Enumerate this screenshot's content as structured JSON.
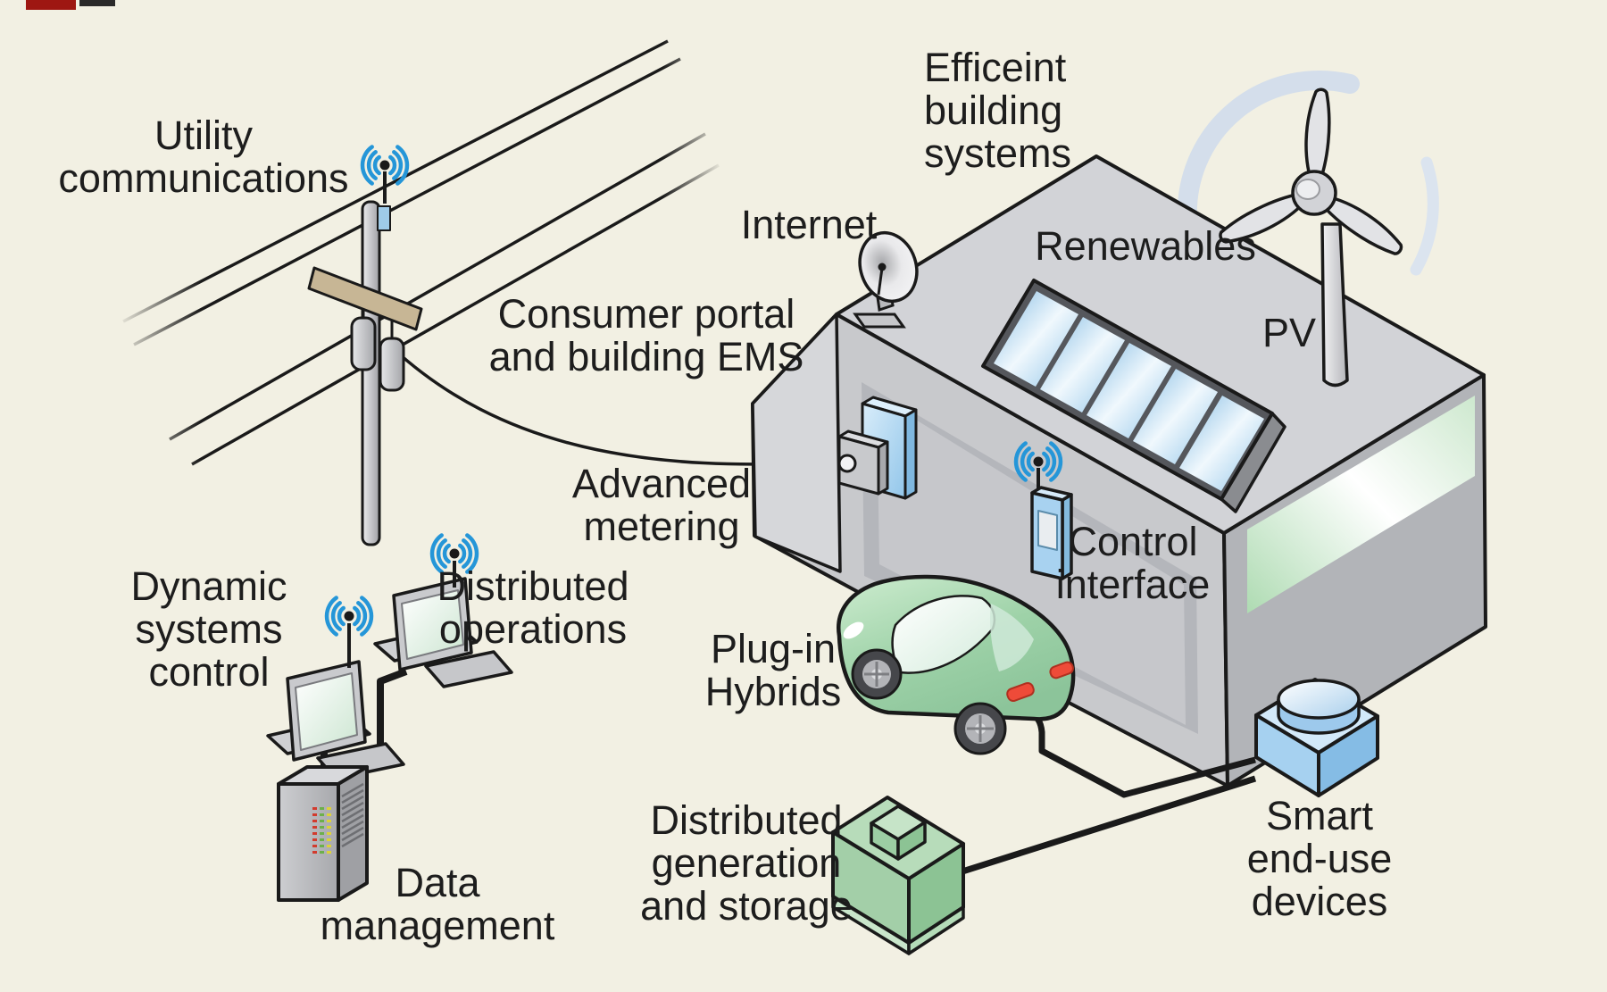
{
  "diagram": {
    "title_domain": "smart grid building energy systems diagram",
    "labels": {
      "utility_communications": "Utility\ncommunications",
      "efficient_building_systems": "Efficeint\nbuilding\nsystems",
      "internet": "Internet",
      "renewables": "Renewables",
      "pv": "PV",
      "consumer_portal": "Consumer portal\nand building EMS",
      "advanced_metering": "Advanced\nmetering",
      "control_interface": "Control\ninterface",
      "dynamic_systems_control": "Dynamic\nsystems\ncontrol",
      "distributed_operations": "Distributed\noperations",
      "plug_in_hybrids": "Plug-in\nHybrids",
      "data_management": "Data\nmanagement",
      "distributed_generation": "Distributed\ngeneration\nand storage",
      "smart_end_use": "Smart\nend-use\ndevices"
    },
    "icons": [
      "wifi-icon",
      "utility-pole-icon",
      "power-lines-icon",
      "satellite-dish-icon",
      "solar-panel-icon",
      "wind-turbine-icon",
      "building-icon",
      "meter-icon",
      "control-device-icon",
      "car-icon",
      "computer-icon",
      "server-icon",
      "storage-unit-icon",
      "smart-device-cube-icon",
      "cable-icon"
    ],
    "colors": {
      "background": "#f2f0e3",
      "text": "#1d1d1d",
      "outline": "#1a1a1a",
      "wifi_blue": "#2596d8",
      "roof_gray": "#d2d3d7",
      "wall_gray": "#c8c9cc",
      "side_gray": "#b2b4b8",
      "solar_blue": "#8fc4e8",
      "window_green": "#aedbb2",
      "car_green": "#9ed2a8",
      "taillight_red": "#ee4b39",
      "storage_green": "#a3cfa8",
      "device_blue": "#a6d1f0",
      "crossarm_tan": "#c7b695",
      "swirl_blue": "#ccd9ec"
    }
  }
}
